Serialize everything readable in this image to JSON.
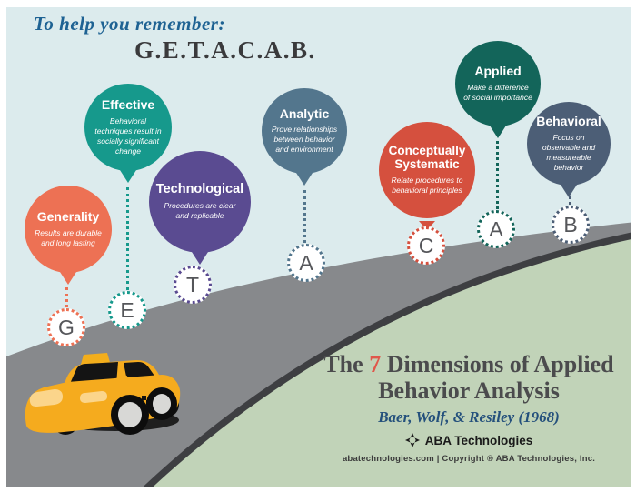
{
  "header": {
    "remember_text": "To help you remember:",
    "acronym": "G.E.T.A.C.A.B."
  },
  "balloons": [
    {
      "letter": "G",
      "title": "Generality",
      "description": "Results are durable and long lasting",
      "color": "#ed7154"
    },
    {
      "letter": "E",
      "title": "Effective",
      "description": "Behavioral techniques result in socially significant change",
      "color": "#16998c"
    },
    {
      "letter": "T",
      "title": "Technological",
      "description": "Procedures are clear and replicable",
      "color": "#5a4b91"
    },
    {
      "letter": "A",
      "title": "Analytic",
      "description": "Prove relationships between behavior and environment",
      "color": "#53768d"
    },
    {
      "letter": "C",
      "title": "Conceptually Systematic",
      "description": "Relate procedures to behavioral principles",
      "color": "#d5503e"
    },
    {
      "letter": "A",
      "title": "Applied",
      "description": "Make a difference of social importance",
      "color": "#13655a"
    },
    {
      "letter": "B",
      "title": "Behavioral",
      "description": "Focus on observable and measureable behavior",
      "color": "#4c5e76"
    }
  ],
  "title_block": {
    "title_pre": "The ",
    "title_number": "7",
    "title_post": " Dimensions of Applied",
    "title_line2": "Behavior Analysis",
    "citation": "Baer, Wolf, & Resiley (1968)",
    "logo_text": "ABA Technologies",
    "footer": "abatechnologies.com | Copyright ® ABA Technologies, Inc."
  },
  "colors": {
    "background": "#dcebed",
    "road": "#87898c",
    "road_edge": "#3e3f42",
    "grass": "#c1d3b8",
    "taxi_yellow": "#f5ab1e",
    "accent_red": "#e0574b",
    "citation_navy": "#24507c"
  }
}
